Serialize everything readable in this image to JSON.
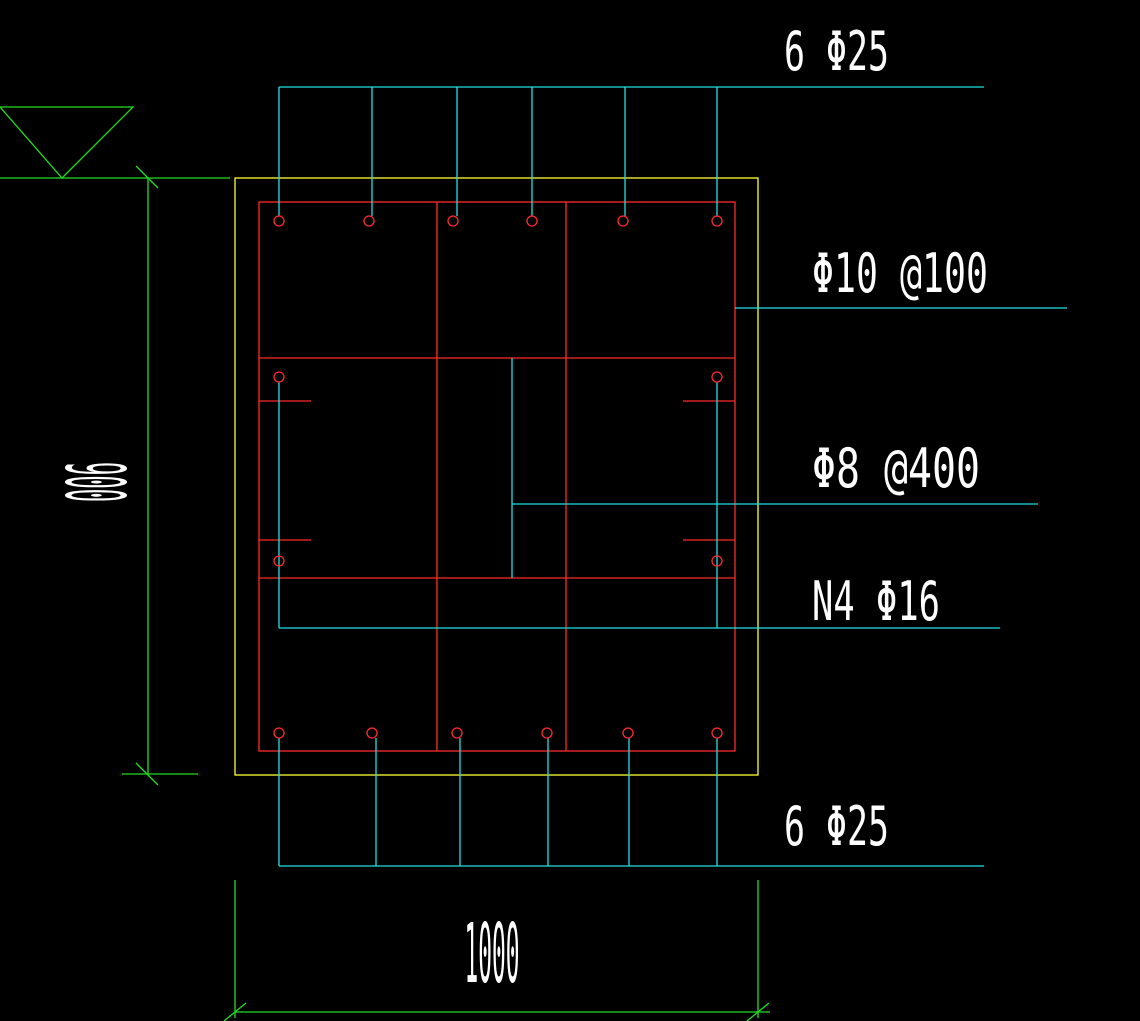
{
  "labels": {
    "top_rebar": "6 Φ25",
    "stirrup_main": "Φ10 @100",
    "stirrup_tie": "Φ8 @400",
    "side_rebar": "N4 Φ16",
    "bottom_rebar": "6 Φ25",
    "dim_width": "1000",
    "dim_height": "900"
  },
  "colors": {
    "background": "#000000",
    "section_outline": "#ffff33",
    "stirrup": "#ff2a2a",
    "leader": "#22e0e0",
    "dimension": "#22dd22",
    "text": "#ffffff"
  }
}
